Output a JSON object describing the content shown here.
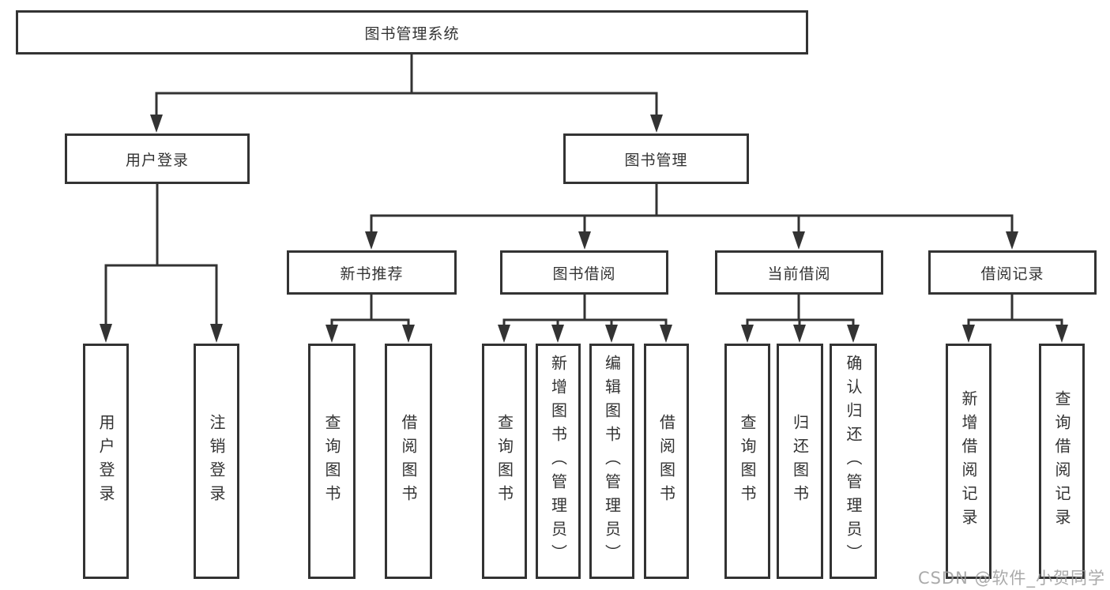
{
  "diagram": {
    "root": {
      "label": "图书管理系统"
    },
    "branches": [
      {
        "label": "用户登录",
        "children": [
          {
            "label": "用户登录"
          },
          {
            "label": "注销登录"
          }
        ]
      },
      {
        "label": "图书管理",
        "children": [
          {
            "label": "新书推荐",
            "children": [
              {
                "label": "查询图书"
              },
              {
                "label": "借阅图书"
              }
            ]
          },
          {
            "label": "图书借阅",
            "children": [
              {
                "label": "查询图书"
              },
              {
                "label": "新增图书（管理员）"
              },
              {
                "label": "编辑图书（管理员）"
              },
              {
                "label": "借阅图书"
              }
            ]
          },
          {
            "label": "当前借阅",
            "children": [
              {
                "label": "查询图书"
              },
              {
                "label": "归还图书"
              },
              {
                "label": "确认归还（管理员）"
              }
            ]
          },
          {
            "label": "借阅记录",
            "children": [
              {
                "label": "新增借阅记录"
              },
              {
                "label": "查询借阅记录"
              }
            ]
          }
        ]
      }
    ]
  },
  "watermark": {
    "text": "CSDN @软件_小贺同学"
  },
  "colors": {
    "line": "#333333",
    "box_border": "#333333",
    "box_bg": "#ffffff",
    "text": "#333333",
    "watermark": "#9b9b9b"
  }
}
